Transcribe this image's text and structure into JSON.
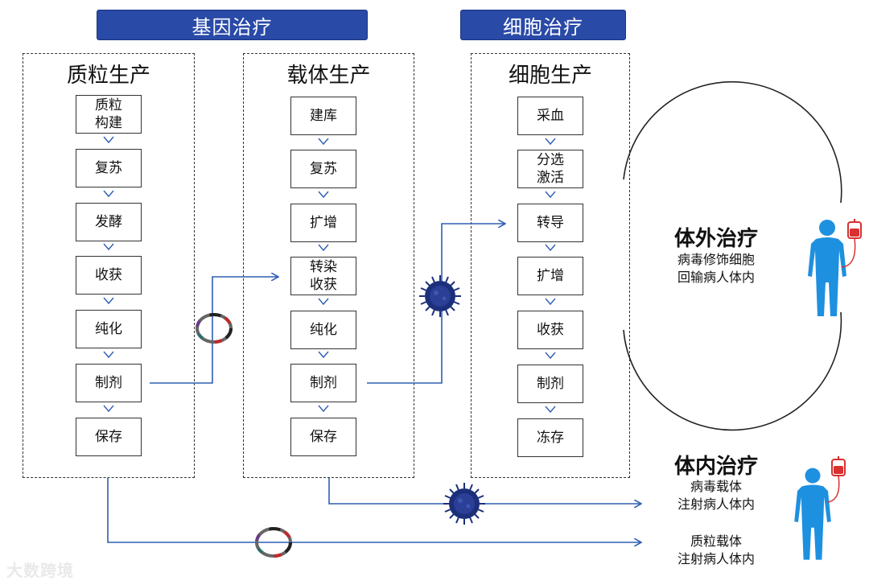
{
  "banners": {
    "gene_therapy": "基因治疗",
    "cell_therapy": "细胞治疗"
  },
  "panels": {
    "plasmid": {
      "title": "质粒生产",
      "steps": [
        "质粒\n构建",
        "复苏",
        "发酵",
        "收获",
        "纯化",
        "制剂",
        "保存"
      ]
    },
    "vector": {
      "title": "载体生产",
      "steps": [
        "建库",
        "复苏",
        "扩增",
        "转染\n收获",
        "纯化",
        "制剂",
        "保存"
      ]
    },
    "cell": {
      "title": "细胞生产",
      "steps": [
        "采血",
        "分选\n激活",
        "转导",
        "扩增",
        "收获",
        "制剂",
        "冻存"
      ]
    }
  },
  "outcomes": {
    "ex_vivo": {
      "title": "体外治疗",
      "desc": "病毒修饰细胞\n回输病人体内"
    },
    "in_vivo": {
      "title": "体内治疗",
      "desc": "病毒载体\n注射病人体内"
    },
    "plasmid_vector": {
      "desc": "质粒载体\n注射病人体内"
    }
  },
  "watermark": "大数跨境",
  "colors": {
    "banner": "#2a4aa8",
    "arrow": "#2f5fb3",
    "person": "#1e90e0",
    "virus": "#1c2f7a",
    "blood_bag": "#d93030"
  },
  "icons": [
    "plasmid-icon",
    "virus-icon",
    "person-icon",
    "blood-bag-icon"
  ]
}
